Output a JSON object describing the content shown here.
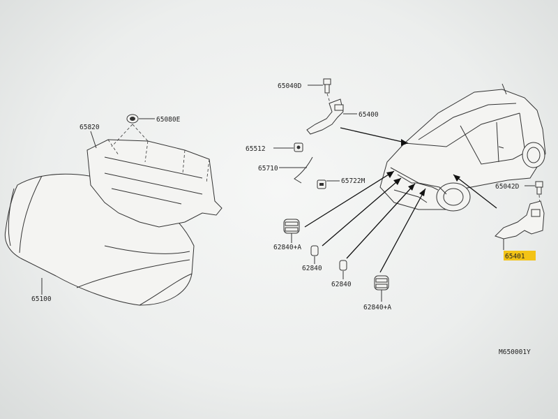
{
  "part_labels": {
    "p65040D": "65040D",
    "p65400": "65400",
    "p65080E": "65080E",
    "p65820": "65820",
    "p65512": "65512",
    "p65710": "65710",
    "p65722M": "65722M",
    "p65042D": "65042D",
    "p62840A_left": "62840+A",
    "p62840_left": "62840",
    "p62840_mid": "62840",
    "p62840A_right": "62840+A",
    "p65100": "65100",
    "p65401": "65401"
  },
  "diagram_id": "M650001Y",
  "colors": {
    "highlight": "#f3c316",
    "ink": "#333333"
  }
}
